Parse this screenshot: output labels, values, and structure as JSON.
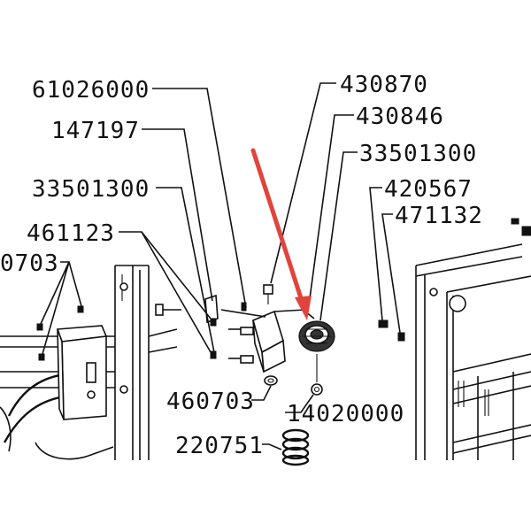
{
  "labels": {
    "l_61026000": "61026000",
    "l_147197": "147197",
    "l_33501300_left": "33501300",
    "l_461123": "461123",
    "l_0703": "0703",
    "l_430870": "430870",
    "l_430846": "430846",
    "l_33501300_right": "33501300",
    "l_420567": "420567",
    "l_471132": "471132",
    "l_460703": "460703",
    "l_14020000": "14020000",
    "l_220751": "220751"
  },
  "colors": {
    "pointer_arrow": "#e0443c",
    "line": "#111111",
    "background": "#ffffff"
  }
}
